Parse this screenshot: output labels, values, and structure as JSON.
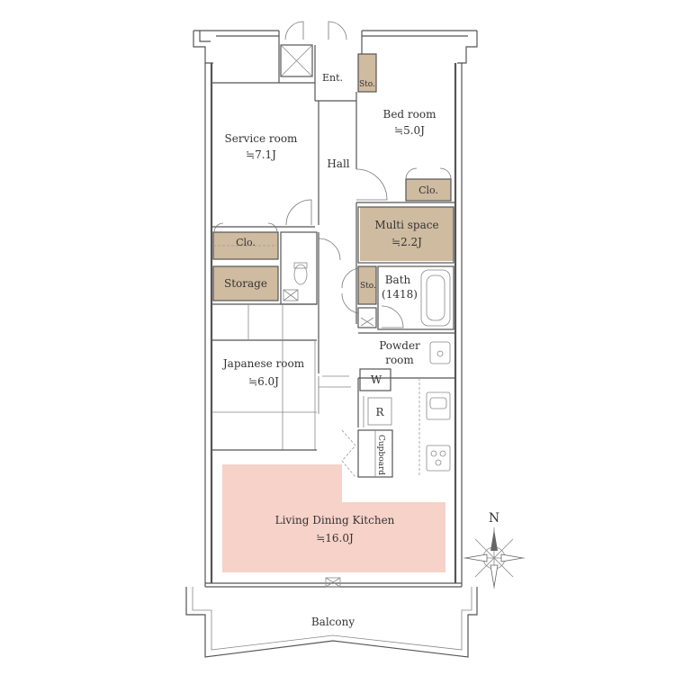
{
  "rooms": {
    "entrance": "Ent.",
    "storage_entrance": "Sto.",
    "service_room": {
      "name": "Service room",
      "size": "≒7.1J"
    },
    "hall": "Hall",
    "bedroom": {
      "name": "Bed room",
      "size": "≒5.0J"
    },
    "closet_bedroom": "Clo.",
    "closet_service": "Clo.",
    "multi_space": {
      "name": "Multi space",
      "size": "≒2.2J"
    },
    "storage": "Storage",
    "storage_bath": "Sto.",
    "bath": {
      "name": "Bath",
      "size": "(1418)"
    },
    "powder_room": {
      "name_line1": "Powder",
      "name_line2": "room"
    },
    "washer": "W",
    "refrigerator": "R",
    "cupboard": "Cupboard",
    "japanese_room": {
      "name": "Japanese room",
      "size": "≒6.0J"
    },
    "ldk": {
      "name": "Living Dining Kitchen",
      "size": "≒16.0J"
    },
    "balcony": "Balcony"
  },
  "compass": {
    "label": "N"
  },
  "colors": {
    "storage_fill": "#cfbba0",
    "multi_space_fill": "#cfbba0",
    "ldk_fill": "#f6d2c8",
    "wall": "#555555"
  }
}
